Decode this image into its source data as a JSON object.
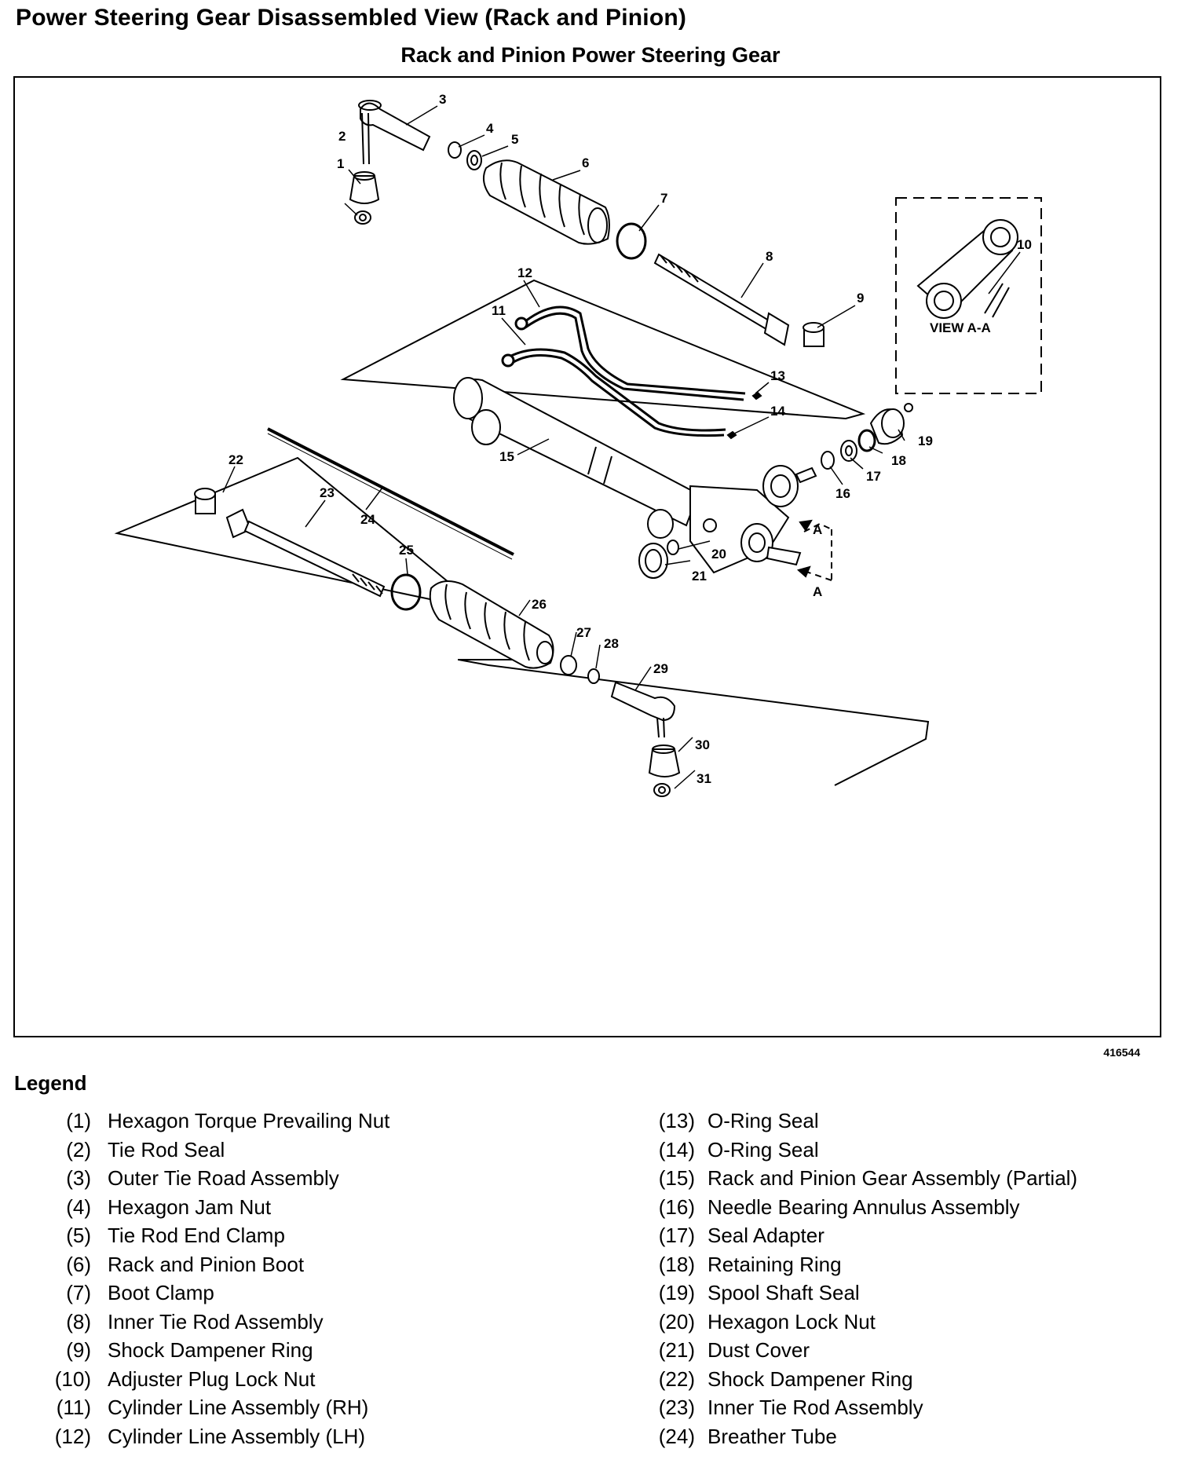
{
  "header": {
    "title": "Power Steering Gear Disassembled View (Rack and Pinion)",
    "subtitle": "Rack and Pinion Power Steering Gear"
  },
  "diagram": {
    "figure_number": "416544",
    "view_label": "VIEW A-A",
    "section_marker": "A",
    "callouts": [
      "1",
      "2",
      "3",
      "4",
      "5",
      "6",
      "7",
      "8",
      "9",
      "10",
      "11",
      "12",
      "13",
      "14",
      "15",
      "16",
      "17",
      "18",
      "19",
      "20",
      "21",
      "22",
      "23",
      "24",
      "25",
      "26",
      "27",
      "28",
      "29",
      "30",
      "31"
    ]
  },
  "legend": {
    "title": "Legend",
    "items": [
      {
        "num": "(1)",
        "desc": "Hexagon Torque Prevailing Nut"
      },
      {
        "num": "(2)",
        "desc": "Tie Rod Seal"
      },
      {
        "num": "(3)",
        "desc": "Outer Tie Road Assembly"
      },
      {
        "num": "(4)",
        "desc": "Hexagon Jam Nut"
      },
      {
        "num": "(5)",
        "desc": "Tie Rod End Clamp"
      },
      {
        "num": "(6)",
        "desc": "Rack and Pinion Boot"
      },
      {
        "num": "(7)",
        "desc": "Boot Clamp"
      },
      {
        "num": "(8)",
        "desc": "Inner Tie Rod Assembly"
      },
      {
        "num": "(9)",
        "desc": "Shock Dampener Ring"
      },
      {
        "num": "(10)",
        "desc": "Adjuster Plug Lock Nut"
      },
      {
        "num": "(11)",
        "desc": "Cylinder Line Assembly (RH)"
      },
      {
        "num": "(12)",
        "desc": "Cylinder Line Assembly (LH)"
      },
      {
        "num": "(13)",
        "desc": "O-Ring Seal"
      },
      {
        "num": "(14)",
        "desc": "O-Ring Seal"
      },
      {
        "num": "(15)",
        "desc": "Rack and Pinion Gear Assembly (Partial)"
      },
      {
        "num": "(16)",
        "desc": "Needle Bearing Annulus Assembly"
      },
      {
        "num": "(17)",
        "desc": "Seal Adapter"
      },
      {
        "num": "(18)",
        "desc": "Retaining Ring"
      },
      {
        "num": "(19)",
        "desc": "Spool Shaft Seal"
      },
      {
        "num": "(20)",
        "desc": "Hexagon Lock Nut"
      },
      {
        "num": "(21)",
        "desc": "Dust Cover"
      },
      {
        "num": "(22)",
        "desc": "Shock Dampener Ring"
      },
      {
        "num": "(23)",
        "desc": "Inner Tie Rod Assembly"
      },
      {
        "num": "(24)",
        "desc": "Breather Tube"
      }
    ]
  }
}
